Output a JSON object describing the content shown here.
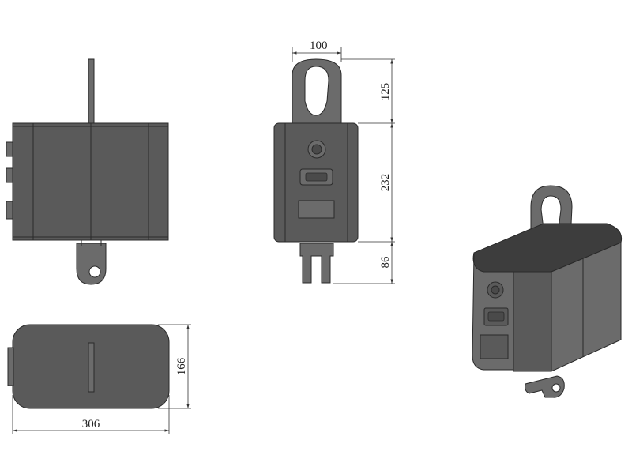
{
  "dimensions": {
    "top_width": "100",
    "height_lug": "125",
    "height_body": "232",
    "height_clevis": "86",
    "depth": "166",
    "length": "306"
  },
  "colors": {
    "body": "#5a5a5a",
    "body_light": "#6b6b6b",
    "top_face": "#3d3d3d",
    "outline": "#2a2a2a"
  }
}
